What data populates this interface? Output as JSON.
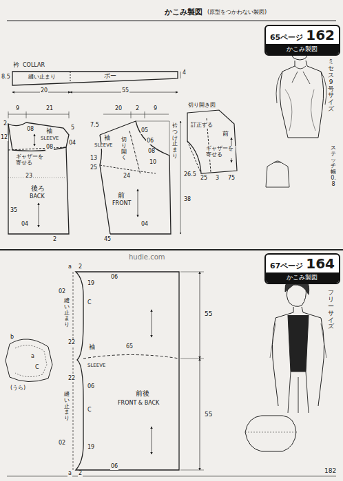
{
  "diagram": {
    "title": "かこみ製図",
    "nodes": [
      {
        "text": [
          "65ページ",
          "162",
          "かこみ製図"
        ]
      },
      {
        "text": [
          "67ページ",
          "164",
          "かこみ製図"
        ]
      }
    ],
    "labels": [
      "(原型をつかわない製図)",
      "衿",
      "COLLAR",
      "8.5",
      "4",
      "縫い止まり",
      "ボー",
      "20",
      "55",
      "9",
      "21",
      "2",
      "08",
      "袖",
      "SLEEVE",
      "5",
      "12",
      "04",
      "08",
      "ギャザーを寄せる",
      "23",
      "後ろ",
      "BACK",
      "35",
      "04",
      "2",
      "20",
      "2",
      "9",
      "衿つけ止まり",
      "7.5",
      "袖",
      "SLEEVE",
      "切り開く",
      "05",
      "06",
      "08",
      "10",
      "26.5",
      "13",
      "25",
      "24",
      "前",
      "FRONT",
      "38",
      "04",
      "45",
      "切り開き図",
      "訂正する",
      "前",
      "ギャザーを寄せる",
      "25",
      "3",
      "75",
      "ミセス9号サイズ",
      "ステッチ幅0.8",
      "hudie.com",
      "a",
      "2",
      "19",
      "06",
      "02",
      "縫い止まり",
      "C",
      "22",
      "袖",
      "SLEEVE",
      "65",
      "22",
      "06",
      "縫い止まり",
      "C",
      "前後",
      "FRONT & BACK",
      "02",
      "19",
      "06",
      "a",
      "2",
      "55",
      "55",
      "b",
      "(うら)",
      "a",
      "C",
      "フリーサイズ",
      "182"
    ]
  }
}
